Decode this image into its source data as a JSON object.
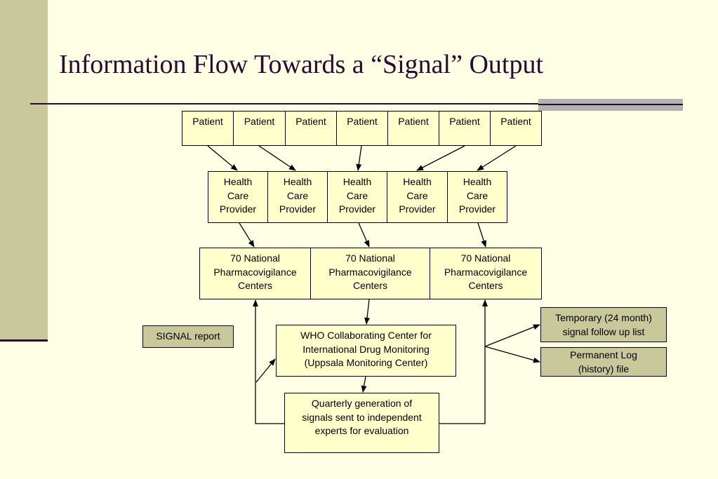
{
  "slide": {
    "title": "Information Flow Towards a “Signal” Output",
    "colors": {
      "background": "#ffffe5",
      "sidebar": "#c8c89a",
      "title": "#2a0a2e",
      "box": "#ffffcc",
      "gray_box": "#c8c89a"
    }
  },
  "diagram": {
    "patients": [
      "Patient",
      "Patient",
      "Patient",
      "Patient",
      "Patient",
      "Patient",
      "Patient"
    ],
    "providers": [
      [
        "Health",
        "Care",
        "Provider"
      ],
      [
        "Health",
        "Care",
        "Provider"
      ],
      [
        "Health",
        "Care",
        "Provider"
      ],
      [
        "Health",
        "Care",
        "Provider"
      ],
      [
        "Health",
        "Care",
        "Provider"
      ]
    ],
    "centers": [
      [
        "70 National",
        "Pharmacovigilance",
        "Centers"
      ],
      [
        "70 National",
        "Pharmacovigilance",
        "Centers"
      ],
      [
        "70 National",
        "Pharmacovigilance",
        "Centers"
      ]
    ],
    "signal_report": "SIGNAL report",
    "who_center": [
      "WHO Collaborating Center for",
      "International Drug Monitoring",
      "(Uppsala Monitoring Center)"
    ],
    "quarterly": [
      "Quarterly generation of",
      "signals sent to independent",
      "experts for evaluation"
    ],
    "temporary": [
      "Temporary (24 month)",
      "signal follow up list"
    ],
    "permanent": [
      "Permanent Log",
      "(history) file"
    ]
  }
}
